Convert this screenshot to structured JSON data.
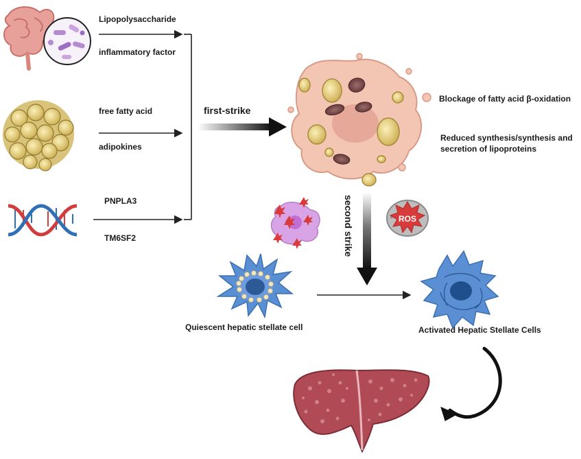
{
  "inputs": {
    "gut": [
      "Lipopolysaccharide",
      "inflammatory factor"
    ],
    "adipose": [
      "free fatty acid",
      "adipokines"
    ],
    "genetic": [
      "PNPLA3",
      "TM6SF2"
    ]
  },
  "first_strike_label": "first-strike",
  "second_strike_label": "second strike",
  "hepatocyte_effects": [
    "Blockage of fatty acid β-oxidation",
    "Reduced synthesis/synthesis and secretion of lipoproteins"
  ],
  "ros_label": "ROS",
  "quiescent_label": "Quiescent hepatic stellate cell",
  "activated_label": "Activated Hepatic Stellate Cells",
  "colors": {
    "arrow": "#222222",
    "hepatocyte": "#f3c6b4",
    "lipid": "#e9d98c",
    "stellate": "#5b8fd4",
    "liver": "#b04a55",
    "dna_red": "#d23c3c",
    "dna_blue": "#2f6fb5",
    "ros": "#d83b3b",
    "macrophage": "#d9a4e6"
  }
}
